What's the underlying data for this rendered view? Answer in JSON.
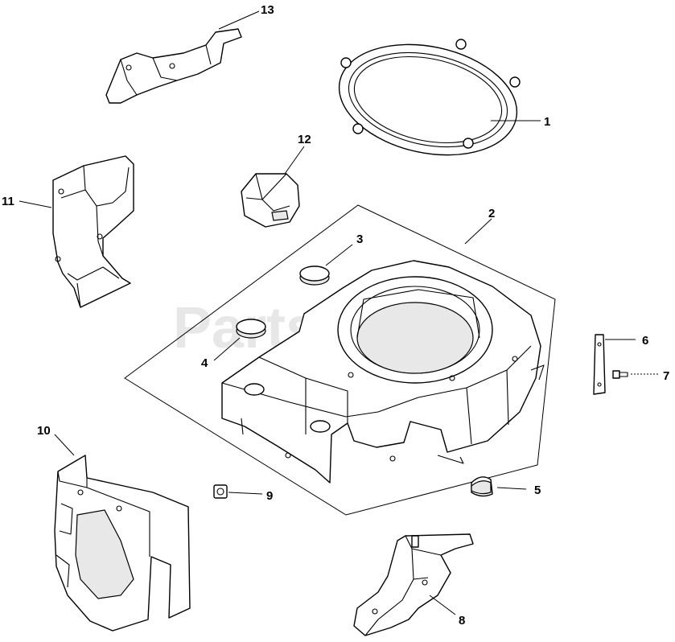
{
  "watermark": "PartsTree",
  "callouts": [
    "1",
    "2",
    "3",
    "4",
    "5",
    "6",
    "7",
    "8",
    "9",
    "10",
    "11",
    "12",
    "13"
  ]
}
